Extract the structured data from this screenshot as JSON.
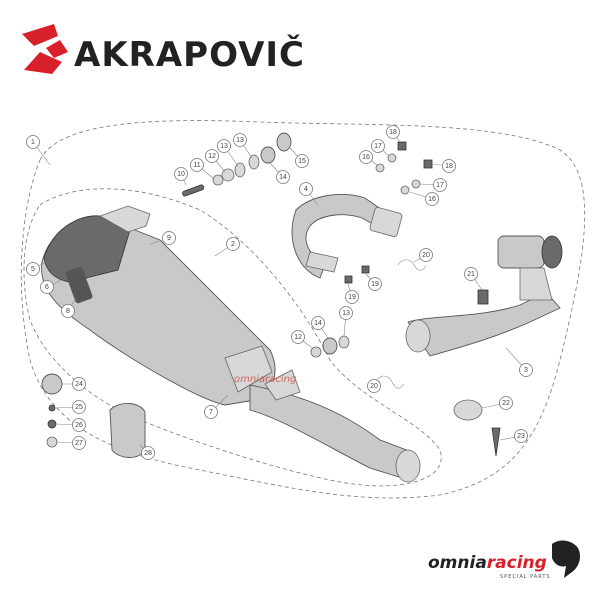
{
  "brand": {
    "name": "AKRAPOVIČ",
    "accent_color": "#d8202b"
  },
  "watermark": "omniaracing",
  "footer_logo": {
    "name_part1": "omnia",
    "name_part2": "racing",
    "tagline": "SPECIAL PARTS",
    "accent_color": "#d8202b"
  },
  "callouts": [
    {
      "label": "1"
    },
    {
      "label": "2"
    },
    {
      "label": "3"
    },
    {
      "label": "4"
    },
    {
      "label": "5"
    },
    {
      "label": "6"
    },
    {
      "label": "7"
    },
    {
      "label": "8"
    },
    {
      "label": "9"
    },
    {
      "label": "10"
    },
    {
      "label": "11"
    },
    {
      "label": "12"
    },
    {
      "label": "13"
    },
    {
      "label": "13"
    },
    {
      "label": "14"
    },
    {
      "label": "15"
    },
    {
      "label": "16"
    },
    {
      "label": "17"
    },
    {
      "label": "18"
    },
    {
      "label": "18"
    },
    {
      "label": "17"
    },
    {
      "label": "16"
    },
    {
      "label": "20"
    },
    {
      "label": "19"
    },
    {
      "label": "19"
    },
    {
      "label": "21"
    },
    {
      "label": "12"
    },
    {
      "label": "14"
    },
    {
      "label": "13"
    },
    {
      "label": "20"
    },
    {
      "label": "22"
    },
    {
      "label": "23"
    },
    {
      "label": "24"
    },
    {
      "label": "25"
    },
    {
      "label": "26"
    },
    {
      "label": "27"
    },
    {
      "label": "28"
    }
  ]
}
